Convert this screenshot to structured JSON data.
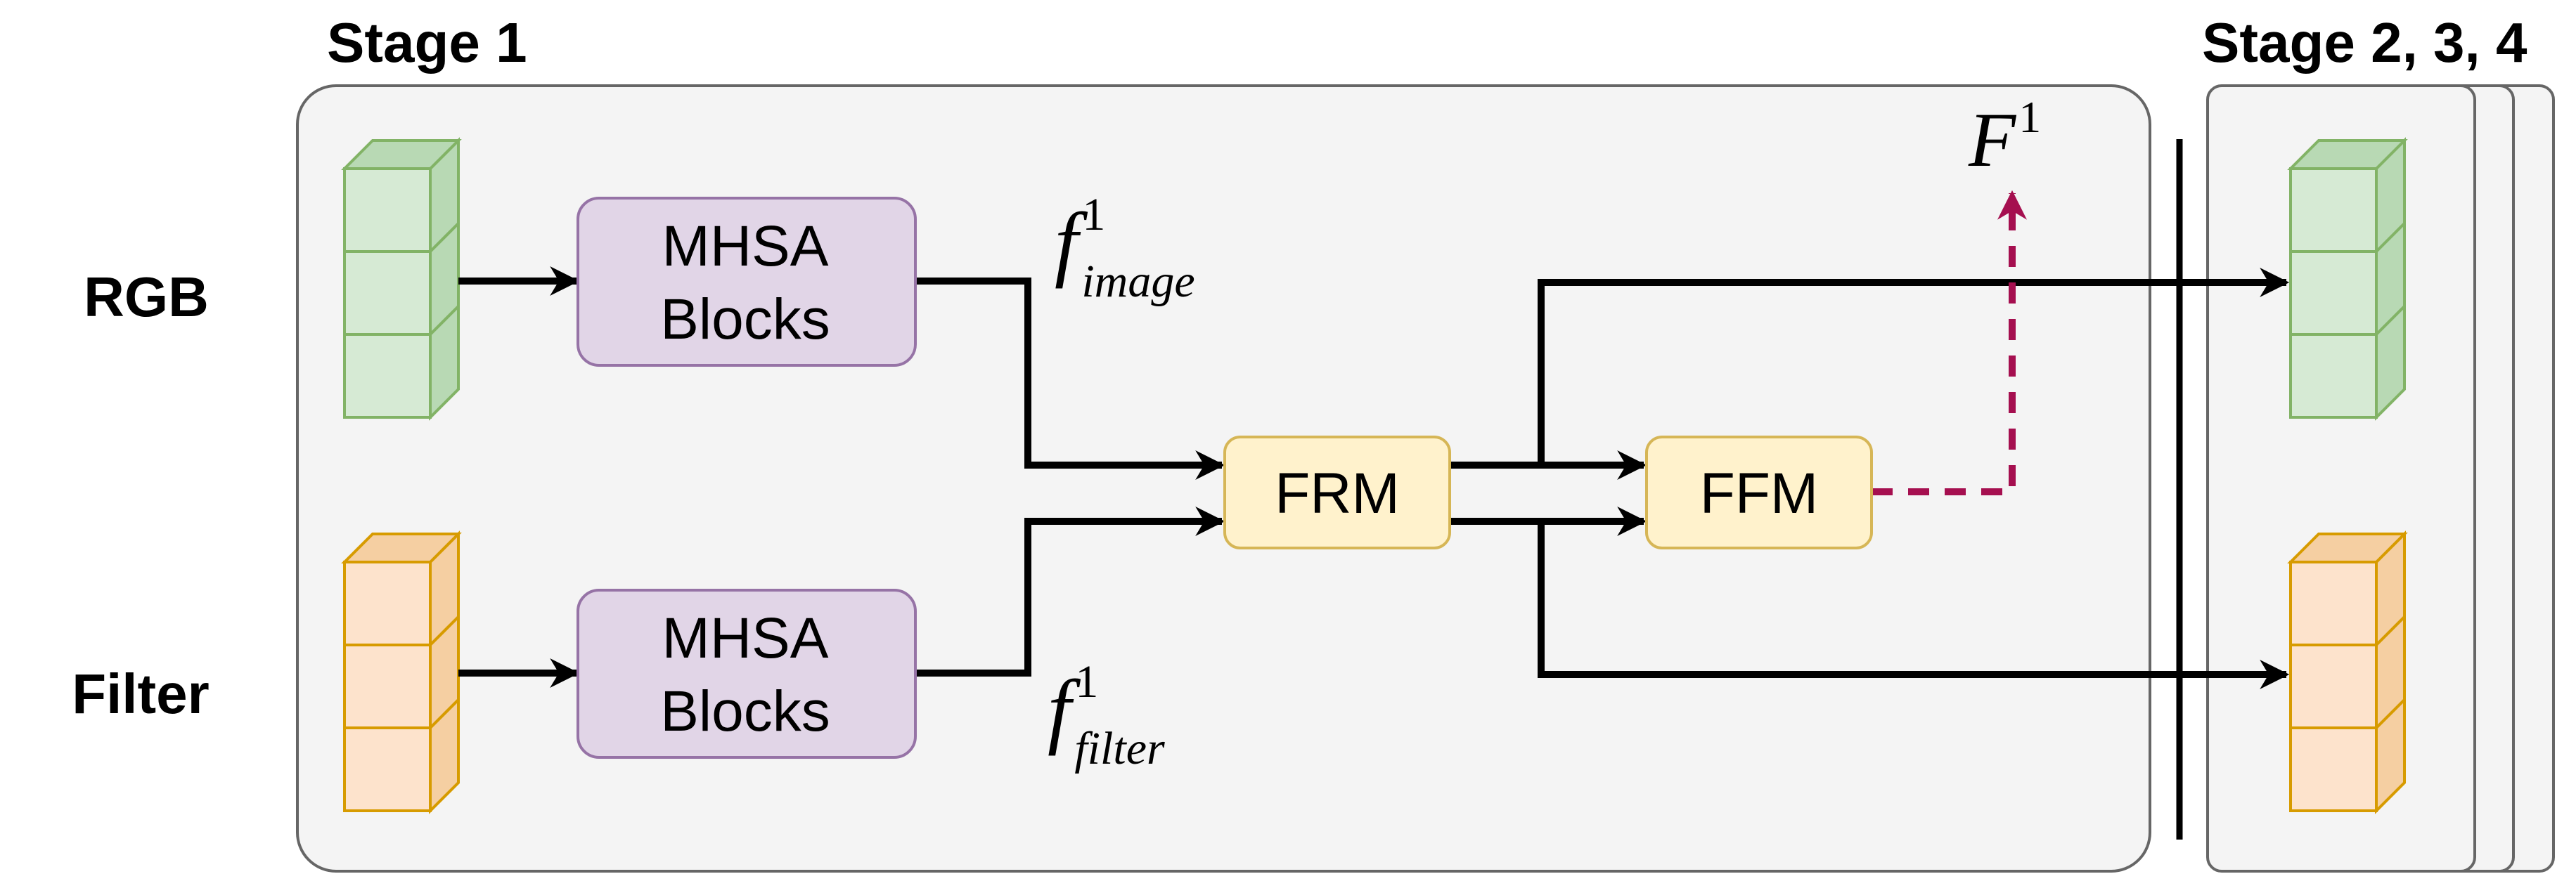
{
  "stages": {
    "stage1_title": "Stage 1",
    "stage_rest_title": "Stage 2, 3, 4"
  },
  "rows": {
    "rgb_label": "RGB",
    "filter_label": "Filter"
  },
  "blocks": {
    "mhsa_top_line1": "MHSA",
    "mhsa_top_line2": "Blocks",
    "mhsa_bottom_line1": "MHSA",
    "mhsa_bottom_line2": "Blocks",
    "frm": "FRM",
    "ffm": "FFM"
  },
  "math": {
    "f_image_base": "f",
    "f_image_sup": "1",
    "f_image_sub": "image",
    "f_filter_base": "f",
    "f_filter_sup": "1",
    "f_filter_sub": "filter",
    "F_base": "F",
    "F_sup": "1"
  },
  "colors": {
    "stage_fill": "#f4f4f4",
    "stage_stroke": "#666666",
    "green_fill": "#d6ead4",
    "green_side": "#b8d9b4",
    "green_stroke": "#82b366",
    "orange_fill": "#fde3cc",
    "orange_side": "#f5cfa2",
    "orange_stroke": "#d79b00",
    "purple_fill": "#e1d5e7",
    "purple_stroke": "#9673a6",
    "yellow_fill": "#fff2cc",
    "yellow_stroke": "#d6b656",
    "output_arrow": "#a50f4f"
  }
}
